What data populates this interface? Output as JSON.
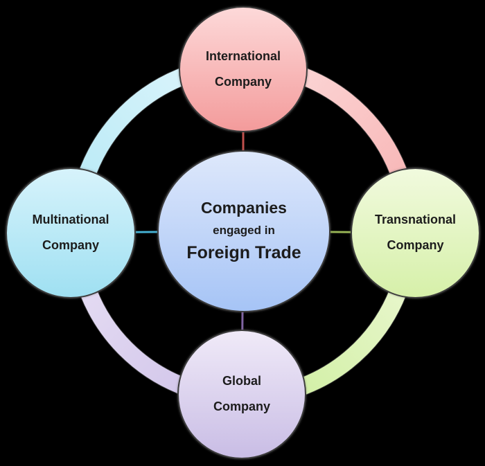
{
  "diagram": {
    "type": "cycle-relationship-diagram",
    "center": {
      "line1": "Companies",
      "line2": "engaged in",
      "line3": "Foreign Trade"
    },
    "nodes": [
      {
        "id": "international",
        "position": "top",
        "line1": "International",
        "line2": "Company"
      },
      {
        "id": "transnational",
        "position": "right",
        "line1": "Transnational",
        "line2": "Company"
      },
      {
        "id": "global",
        "position": "bottom",
        "line1": "Global",
        "line2": "Company"
      },
      {
        "id": "multinational",
        "position": "left",
        "line1": "Multinational",
        "line2": "Company"
      }
    ],
    "colors": {
      "background": "#000000",
      "text": "#1c1c1c",
      "circle_border": "#3d3d3d",
      "center_fill_top": "#dee8fb",
      "center_fill_bottom": "#a6c4f6",
      "international_fill_top": "#fdd9d9",
      "international_fill_bottom": "#f39b9b",
      "multinational_fill_top": "#d7f3fb",
      "multinational_fill_bottom": "#9fe0f2",
      "transnational_fill_top": "#f1fade",
      "transnational_fill_bottom": "#d6f0a9",
      "global_fill_top": "#f0eaf8",
      "global_fill_bottom": "#c9bde5",
      "arc_topleft_1": "#e0f6fc",
      "arc_topleft_2": "#b4e8f5",
      "arc_topright_1": "#fcdcdc",
      "arc_topright_2": "#f7b0b0",
      "arc_bottomright_1": "#eef8d6",
      "arc_bottomright_2": "#ccee9c",
      "arc_bottomleft_1": "#e9e1f5",
      "arc_bottomleft_2": "#cec1e8",
      "connector_top": "#c0504d",
      "connector_right": "#97b355",
      "connector_bottom": "#8064a2",
      "connector_left": "#45b0d2"
    }
  }
}
